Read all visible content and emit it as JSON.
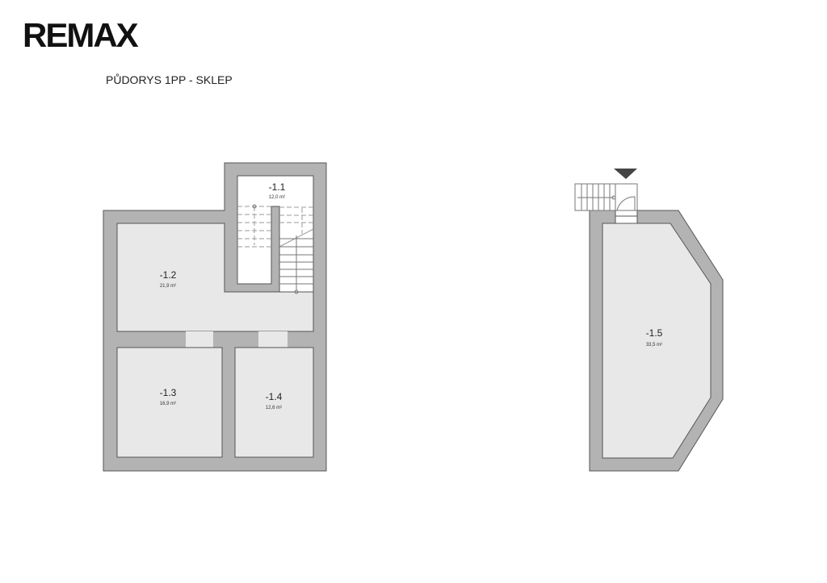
{
  "logo": "RE/MAX",
  "logo_text": "REMAX",
  "title": "PŮDORYS 1PP - SKLEP",
  "colors": {
    "wall": "#b3b3b3",
    "room": "#e8e8e8",
    "outline": "#555555",
    "entrance_marker": "#444444"
  },
  "rooms": [
    {
      "id": "-1.1",
      "area": "12,0 m²"
    },
    {
      "id": "-1.2",
      "area": "21,9 m²"
    },
    {
      "id": "-1.3",
      "area": "16,9 m²"
    },
    {
      "id": "-1.4",
      "area": "12,6 m²"
    },
    {
      "id": "-1.5",
      "area": "33,5 m²"
    }
  ]
}
